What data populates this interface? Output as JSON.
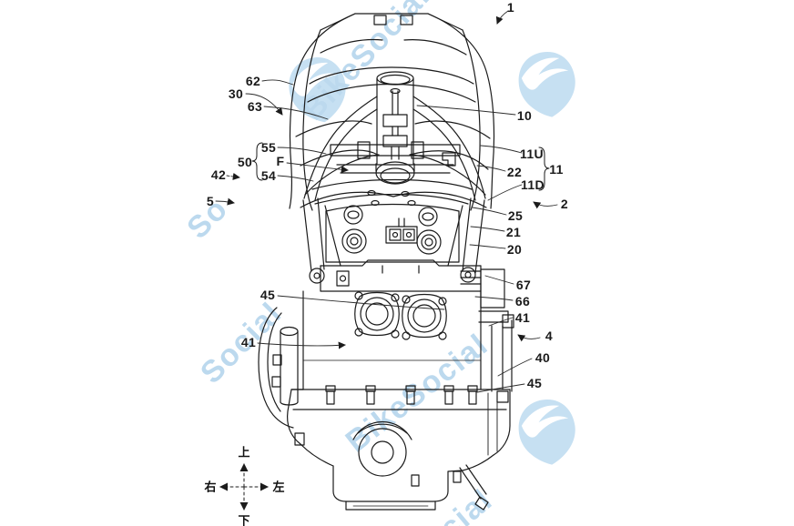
{
  "drawing": {
    "background": "#ffffff",
    "line_color": "#1b1b1b",
    "leader_color": "#2b2b2b"
  },
  "watermark": {
    "brand_color": "#c6e0f2",
    "text_color": "#bcd9ee",
    "logo": "bird-swoosh-icon",
    "instances": [
      {
        "text": "BikeSocial"
      },
      {
        "text": "So"
      },
      {
        "text": "Social"
      },
      {
        "text": "BikeSocial"
      },
      {
        "text": "cial"
      }
    ]
  },
  "labels": {
    "n1": {
      "text": "1"
    },
    "n10": {
      "text": "10"
    },
    "n11u": {
      "text": "11U"
    },
    "n22": {
      "text": "22"
    },
    "n11d": {
      "text": "11D"
    },
    "n11": {
      "text": "11"
    },
    "n2": {
      "text": "2"
    },
    "n25": {
      "text": "25"
    },
    "n21": {
      "text": "21"
    },
    "n20": {
      "text": "20"
    },
    "n67": {
      "text": "67"
    },
    "n66": {
      "text": "66"
    },
    "n41r": {
      "text": "41"
    },
    "n4": {
      "text": "4"
    },
    "n40": {
      "text": "40"
    },
    "n45r": {
      "text": "45"
    },
    "n62": {
      "text": "62"
    },
    "n30": {
      "text": "30"
    },
    "n63": {
      "text": "63"
    },
    "n55": {
      "text": "55"
    },
    "n50": {
      "text": "50"
    },
    "nf": {
      "text": "F"
    },
    "n54": {
      "text": "54"
    },
    "n42": {
      "text": "42"
    },
    "n5": {
      "text": "5"
    },
    "n45l": {
      "text": "45"
    },
    "n41l": {
      "text": "41"
    }
  },
  "compass": {
    "up": "上",
    "down": "下",
    "right": "右",
    "left": "左"
  }
}
